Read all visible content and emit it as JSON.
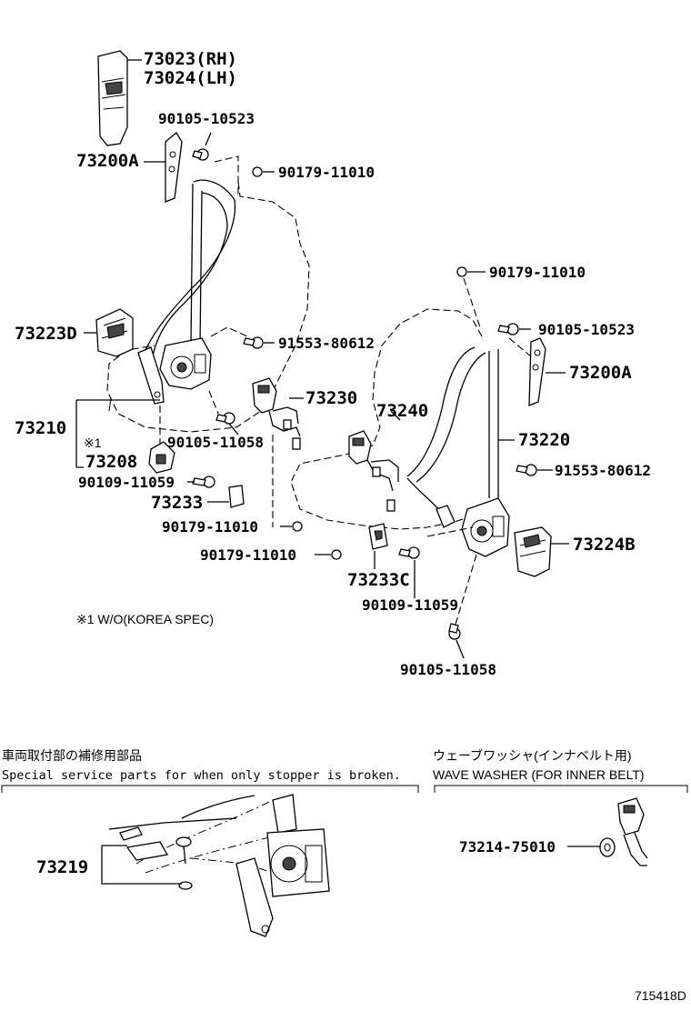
{
  "labels": {
    "p73023": "73023(RH)",
    "p73024": "73024(LH)",
    "p90105_10523_a": "90105-10523",
    "p73200A_left": "73200A",
    "p90179_11010_a": "90179-11010",
    "p73223D": "73223D",
    "p91553_80612_a": "91553-80612",
    "p73230": "73230",
    "p73210": "73210",
    "mark1": "※1",
    "p90105_11058_a": "90105-11058",
    "p73208": "73208",
    "p90109_11059_a": "90109-11059",
    "p73233": "73233",
    "p90179_11010_b": "90179-11010",
    "p90179_11010_c": "90179-11010",
    "p90179_11010_d": "90179-11010",
    "p90105_10523_b": "90105-10523",
    "p73200A_right": "73200A",
    "p73240": "73240",
    "p73220": "73220",
    "p91553_80612_b": "91553-80612",
    "p73224B": "73224B",
    "p73233C": "73233C",
    "p90109_11059_b": "90109-11059",
    "p90105_11058_b": "90105-11058",
    "footnote": "※1  W/O(KOREA SPEC)"
  },
  "sections": {
    "left_title_jp": "車両取付部の補修用部品",
    "left_title_en": "Special service parts for when only stopper is broken.",
    "left_part": "73219",
    "right_title_jp": "ウェーブワッシャ(インナベルト用)",
    "right_title_en": "WAVE WASHER (FOR INNER BELT)",
    "right_part": "73214-75010"
  },
  "figure_id": "715418D"
}
